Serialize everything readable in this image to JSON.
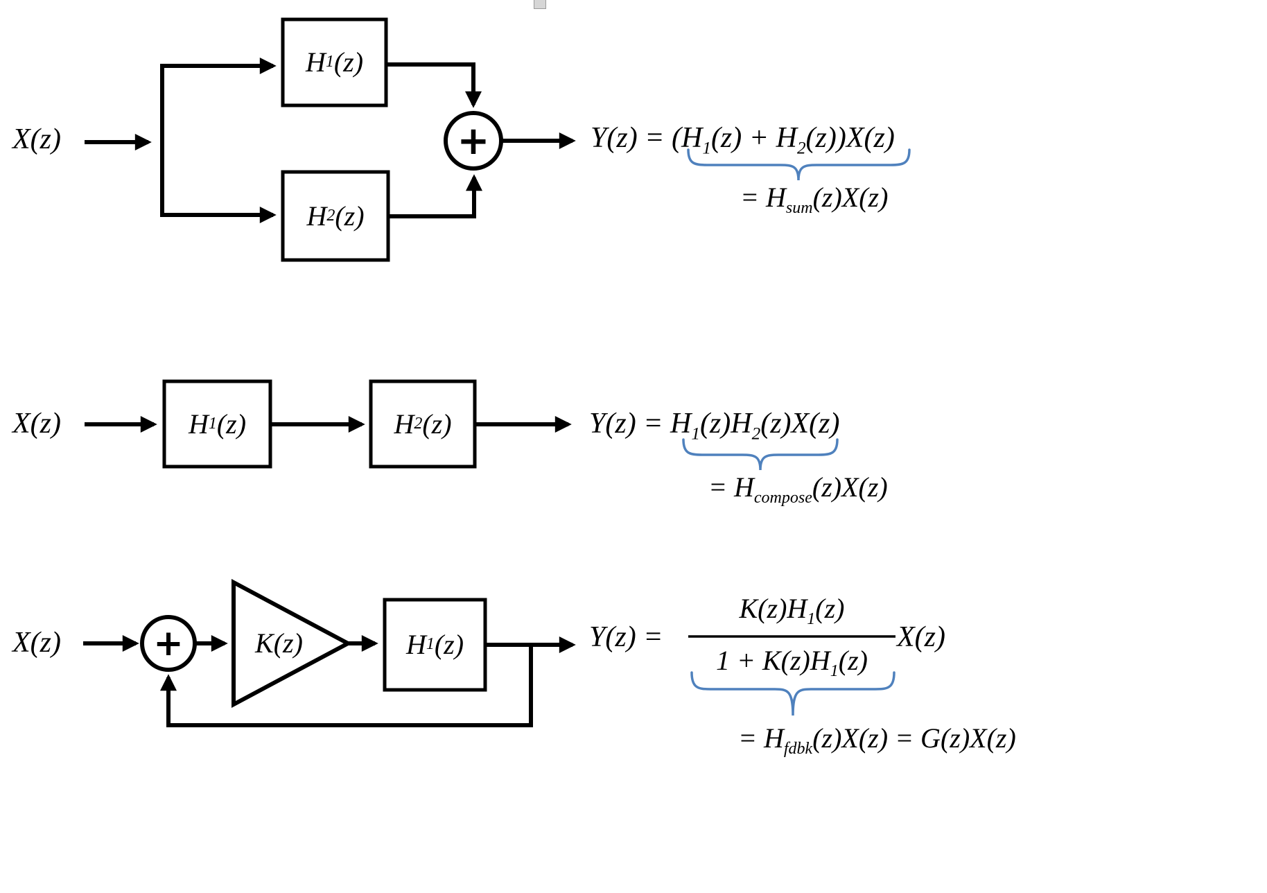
{
  "colors": {
    "stroke": "#000000",
    "brace": "#4f81bd",
    "text": "#000000"
  },
  "diagram1": {
    "input_label": [
      {
        "t": "X(z)"
      }
    ],
    "block1_label": [
      {
        "t": "H"
      },
      {
        "t": "1",
        "sub": true
      },
      {
        "t": "(z)"
      }
    ],
    "block2_label": [
      {
        "t": "H"
      },
      {
        "t": "2",
        "sub": true
      },
      {
        "t": "(z)"
      }
    ],
    "summer_symbol": "+",
    "output_equation": [
      {
        "t": "Y(z) = (H"
      },
      {
        "t": "1",
        "sub": true
      },
      {
        "t": "(z) +  H"
      },
      {
        "t": "2",
        "sub": true
      },
      {
        "t": "(z))X(z)"
      }
    ],
    "sum_equation": [
      {
        "t": "= H"
      },
      {
        "t": "sum",
        "sub": true
      },
      {
        "t": "(z)X(z)"
      }
    ]
  },
  "diagram2": {
    "input_label": [
      {
        "t": "X(z)"
      }
    ],
    "block1_label": [
      {
        "t": "H"
      },
      {
        "t": "1",
        "sub": true
      },
      {
        "t": "(z)"
      }
    ],
    "block2_label": [
      {
        "t": "H"
      },
      {
        "t": "2",
        "sub": true
      },
      {
        "t": "(z)"
      }
    ],
    "output_equation": [
      {
        "t": "Y(z) = H"
      },
      {
        "t": "1",
        "sub": true
      },
      {
        "t": "(z)H"
      },
      {
        "t": "2",
        "sub": true
      },
      {
        "t": "(z)X(z)"
      }
    ],
    "compose_equation": [
      {
        "t": "= H"
      },
      {
        "t": "compose",
        "sub": true
      },
      {
        "t": "(z)X(z)"
      }
    ]
  },
  "diagram3": {
    "input_label": [
      {
        "t": "X(z)"
      }
    ],
    "gain_label": [
      {
        "t": "K(z)"
      }
    ],
    "block_label": [
      {
        "t": "H"
      },
      {
        "t": "1",
        "sub": true
      },
      {
        "t": "(z)"
      }
    ],
    "summer_symbol": "+",
    "output_prefix": [
      {
        "t": "Y(z) ="
      }
    ],
    "numerator": [
      {
        "t": "K(z)H"
      },
      {
        "t": "1",
        "sub": true
      },
      {
        "t": "(z)"
      }
    ],
    "denominator": [
      {
        "t": "1 + K(z)H"
      },
      {
        "t": "1",
        "sub": true
      },
      {
        "t": "(z)"
      }
    ],
    "output_suffix": [
      {
        "t": "X(z)"
      }
    ],
    "feedback_equation": [
      {
        "t": "= H"
      },
      {
        "t": "fdbk",
        "sub": true
      },
      {
        "t": "(z)X(z) = G(z)X(z)"
      }
    ]
  }
}
